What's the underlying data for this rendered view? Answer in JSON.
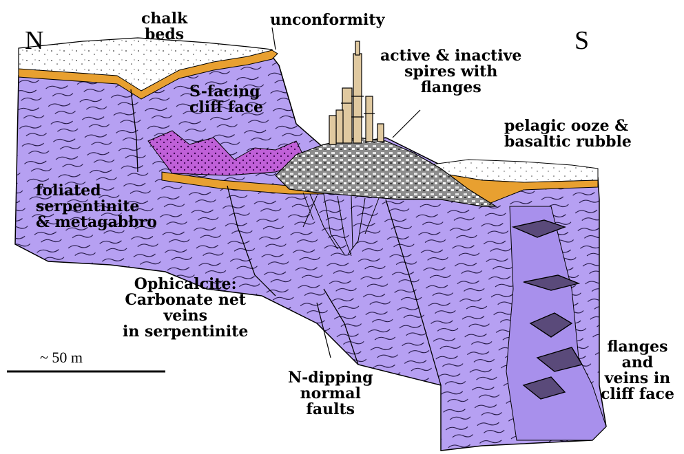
{
  "labels": {
    "north": "N",
    "south": "S",
    "chalk_beds": "chalk\nbeds",
    "unconformity": "unconformity",
    "spires": "active & inactive\nspires with\nflanges",
    "pelagic": "pelagic ooze &\nbasaltic rubble",
    "cliff_face": "S-facing\ncliff face",
    "foliated": "foliated\nserpentinite\n& metagabbro",
    "ophicalcite": "Ophicalcite:\nCarbonate net\nveins\nin serpentinite",
    "scale": "~ 50 m",
    "faults": "N-dipping\nnormal\nfaults",
    "flanges_cliff": "flanges\nand\nveins in\ncliff face"
  },
  "colors": {
    "serpentinite": "#b6a0f2",
    "chalk": "#ffffff",
    "unconformity_band": "#e8a030",
    "carbonate_mound": "#9c9c9c",
    "ophicalcite_veins": "#d070e0",
    "line": "#000000"
  }
}
